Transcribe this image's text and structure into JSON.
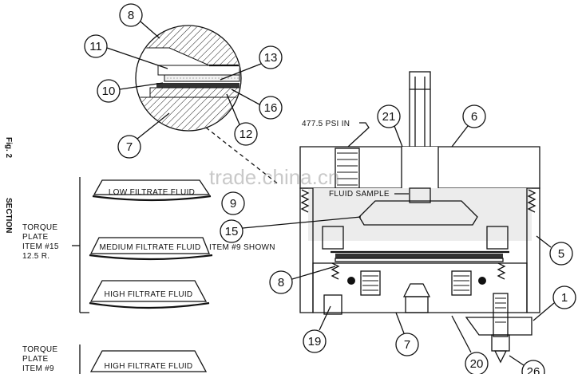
{
  "figure": {
    "fig_label": "Fig. 2",
    "section_label": "SECTION"
  },
  "pressure_label": "477.5 PSI IN",
  "fluid_sample_label": "FLUID SAMPLE",
  "watermark": "trade.china.cn",
  "torque_15": {
    "line1": "TORQUE",
    "line2": "PLATE",
    "line3": "ITEM #15",
    "line4": "12.5 R."
  },
  "torque_9": {
    "line1": "TORQUE",
    "line2": "PLATE",
    "line3": "ITEM #9"
  },
  "filtrate_plates": {
    "low": "LOW FILTRATE FLUID",
    "medium": "MEDIUM FILTRATE FLUID",
    "high": "HIGH FILTRATE FLUID",
    "high_2": "HIGH FILTRATE FLUID"
  },
  "item9_shown": "ITEM #9 SHOWN",
  "callouts": {
    "c8_top": "8",
    "c11": "11",
    "c13": "13",
    "c10": "10",
    "c16": "16",
    "c12": "12",
    "c7_top": "7",
    "c21": "21",
    "c6": "6",
    "c9": "9",
    "c15": "15",
    "c5": "5",
    "c8": "8",
    "c1": "1",
    "c19": "19",
    "c7": "7",
    "c20": "20",
    "c26": "26"
  },
  "colors": {
    "ink": "#111111",
    "fluid": "#e8e8e8",
    "paper": "#ffffff"
  }
}
